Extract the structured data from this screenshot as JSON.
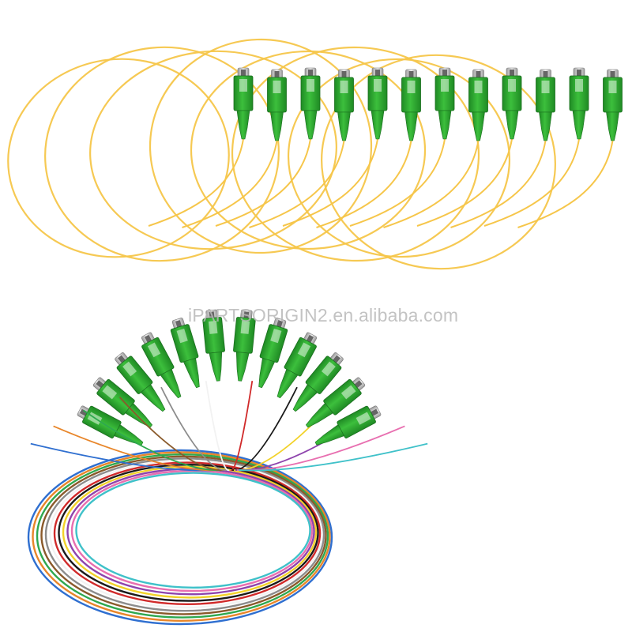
{
  "image": {
    "watermark": "iPARTSORIGIN2.en.alibaba.com",
    "top_group": {
      "connector_type": "sc-apc-connector-icon",
      "connector_color": "#2ca02c",
      "connector_count": 12,
      "fiber_color": "#f6c64a"
    },
    "bottom_group": {
      "connector_type": "sc-apc-connector-icon",
      "connector_color": "#2ca02c",
      "connector_count": 12,
      "fiber_colors": [
        "#2f6fd0",
        "#e8862a",
        "#2fa84f",
        "#8a5a2b",
        "#8c8c8c",
        "#f2f2f2",
        "#d02a2a",
        "#1a1a1a",
        "#f2d22a",
        "#8e44ad",
        "#e86fb0",
        "#3fc1c9"
      ]
    }
  }
}
